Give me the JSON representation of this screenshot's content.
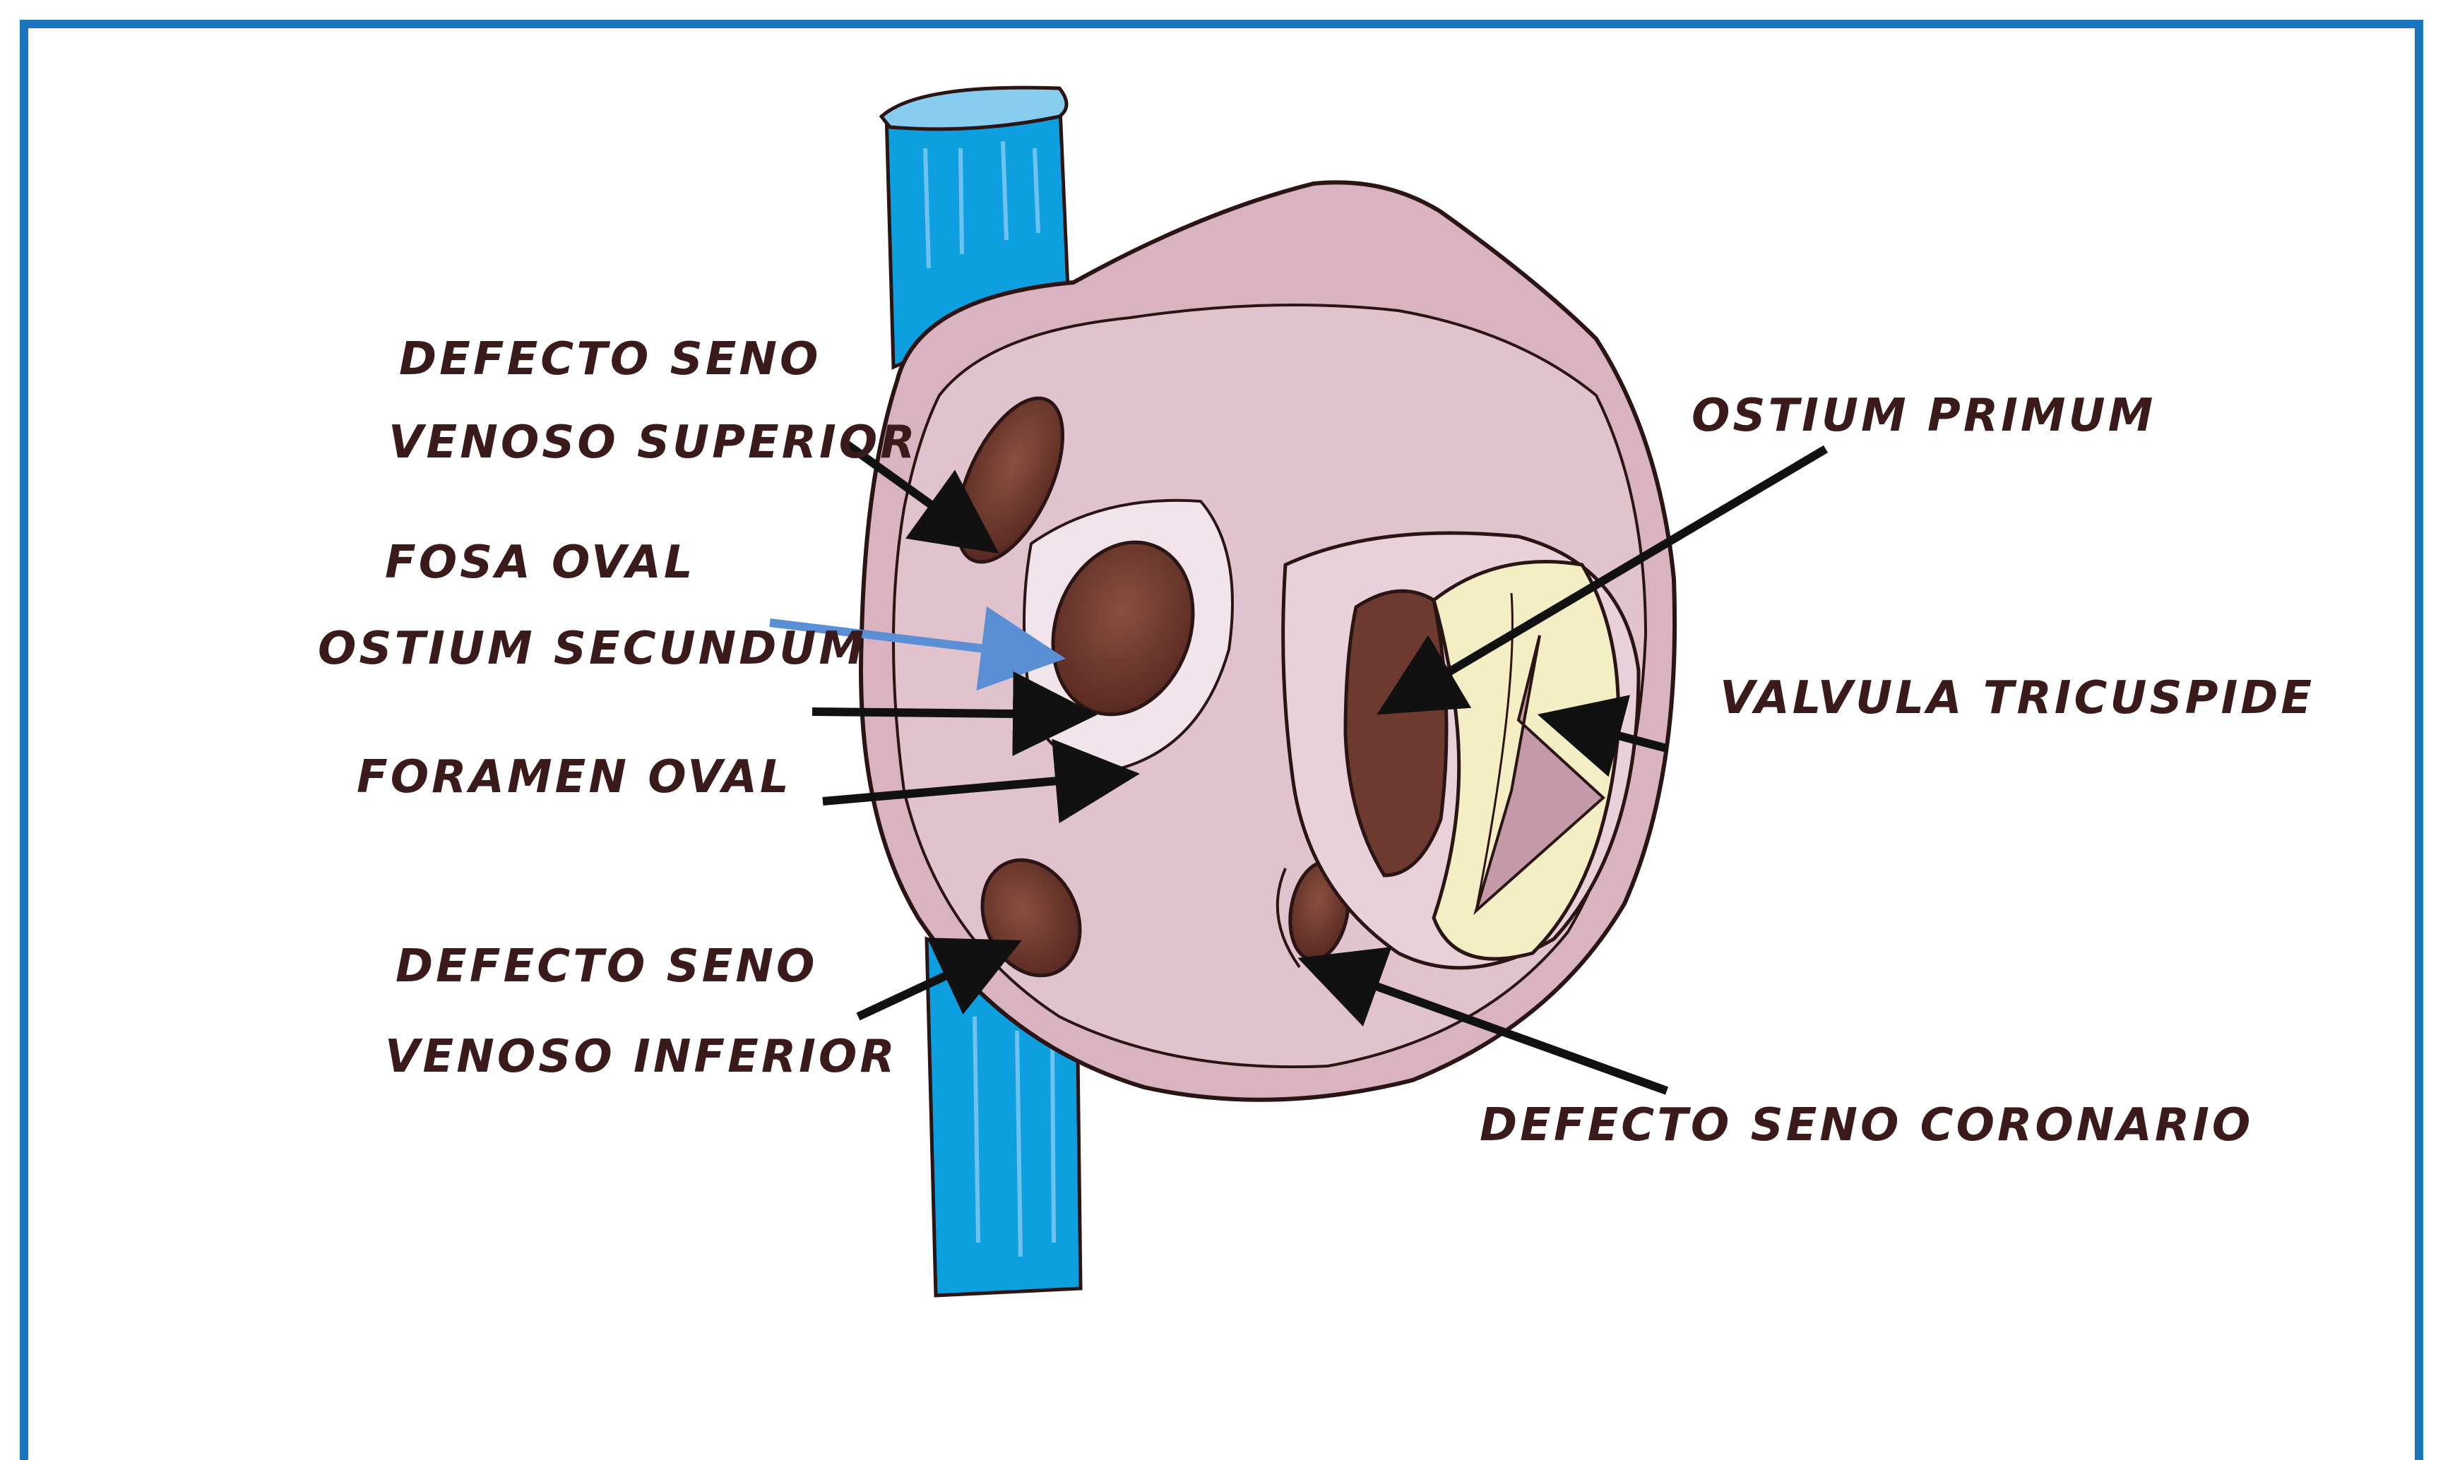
{
  "colors": {
    "frame": "#1a74c0",
    "vein": "#0d9fe0",
    "atrium": "#d9b4c0",
    "atrium_dark": "#c49aa8",
    "defect": "#6e3a30",
    "valve": "#f4eec4",
    "ink": "#2a1414",
    "arrow_blue": "#5a8fd6"
  },
  "labels": {
    "sv_superior_1": "DEFECTO  SENO",
    "sv_superior_2": "VENOSO SUPERIOR",
    "fosa_oval": "FOSA OVAL",
    "ostium_secundum": "OSTIUM SECUNDUM",
    "foramen_oval": "FORAMEN OVAL",
    "sv_inferior_1": "DEFECTO  SENO",
    "sv_inferior_2": "VENOSO INFERIOR",
    "ostium_primum": "OSTIUM PRIMUM",
    "valvula_tricuspide": "VALVULA TRICUSPIDE",
    "seno_coronario": "DEFECTO SENO CORONARIO"
  }
}
